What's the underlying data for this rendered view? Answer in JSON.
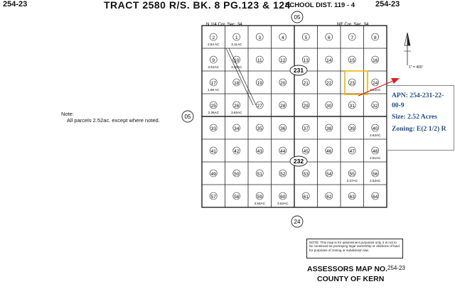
{
  "header": {
    "left_map_no": "254-23",
    "tract_title": "TRACT 2580 R/S. BK. 8 PG.123 & 124",
    "school_dist": "SCHOOL DIST. 119 - 4",
    "right_map_no": "254-23"
  },
  "note": {
    "line1": "Note:",
    "line2": "All parcels 2.52ac. except where noted."
  },
  "labels": {
    "corner_nw": "N 1/4 Cor. Sec. 34",
    "corner_ne": "NE Cor. Sec. 34",
    "page_top": "05",
    "page_left": "05",
    "page_bottom": "24",
    "book_upper": "231",
    "book_lower": "232",
    "scale": "1\" = 400'"
  },
  "upper_parcels": [
    "2",
    "1",
    "3",
    "4",
    "5",
    "6",
    "7",
    "8",
    "9",
    "10",
    "11",
    "12",
    "13",
    "14",
    "15",
    "16",
    "17",
    "18",
    "19",
    "20",
    "21",
    "22",
    "23",
    "24",
    "25",
    "26",
    "27",
    "28",
    "29",
    "30",
    "31",
    "32"
  ],
  "lower_parcels": [
    "33",
    "34",
    "35",
    "36",
    "37",
    "38",
    "39",
    "40",
    "41",
    "42",
    "43",
    "44",
    "45",
    "46",
    "47",
    "48",
    "49",
    "50",
    "51",
    "52",
    "53",
    "54",
    "55",
    "56",
    "57",
    "58",
    "59",
    "60",
    "61",
    "62",
    "63",
    "64"
  ],
  "parcel_notes": [
    "2.54 AC",
    "3.11AC",
    "2.61AC",
    "3.30AC",
    "1.98 AC",
    "2.36AC",
    "3.92AC",
    "2.51AC",
    "2.53AC",
    "2.52AC",
    "2.54AC",
    "2.52AC",
    "2.37AC",
    "2.52AC"
  ],
  "highlighted_parcel": "22",
  "disclaimer": "NOTE: This map is for assessment purposes only, it is not to be construed as portraying legal ownership or divisions of land for purposes of zoning or subdivision law.",
  "footer": {
    "map_no_label": "ASSESSORS MAP NO.",
    "map_no": "254-23",
    "county": "COUNTY OF KERN"
  },
  "info_box": {
    "apn": "APN: 254-231-22-00-9",
    "size": "Size: 2.52 Acres",
    "zoning": "Zoning: E(2 1/2) R"
  },
  "colors": {
    "highlight": "#f0b400",
    "arrow": "#e02020",
    "info_text": "#1f4e8c"
  }
}
